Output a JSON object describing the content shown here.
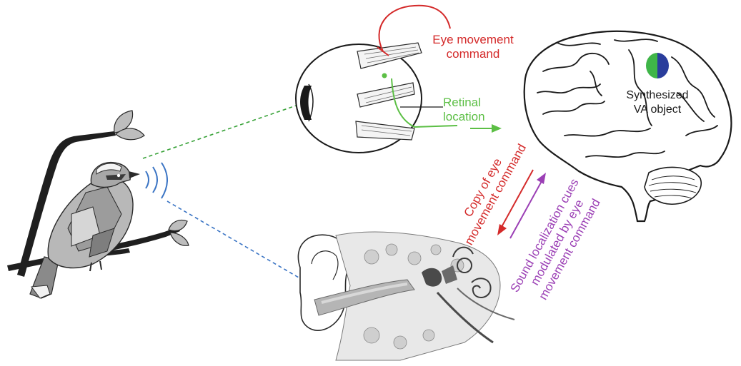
{
  "labels": {
    "eye_command_line1": "Eye movement",
    "eye_command_line2": "command",
    "retinal_line1": "Retinal",
    "retinal_line2": "location",
    "synth_line1": "Synthesized",
    "synth_line2": "VA object",
    "copy_line1": "Copy of eye",
    "copy_line2": "movement command",
    "sound_line1": "Sound localization cues",
    "sound_line2": "modulated by eye",
    "sound_line3": "movement command"
  },
  "colors": {
    "eye_command": "#d42a2a",
    "retinal": "#5cbf45",
    "sound": "#9b3fb5",
    "visual_ray": "#3aa33a",
    "auditory_ray": "#3a74c4",
    "object_green": "#3fb548",
    "object_blue": "#2a3d9c"
  },
  "icons": [
    "bird-icon",
    "eye-icon",
    "brain-icon",
    "ear-icon",
    "sound-wave-icon"
  ]
}
